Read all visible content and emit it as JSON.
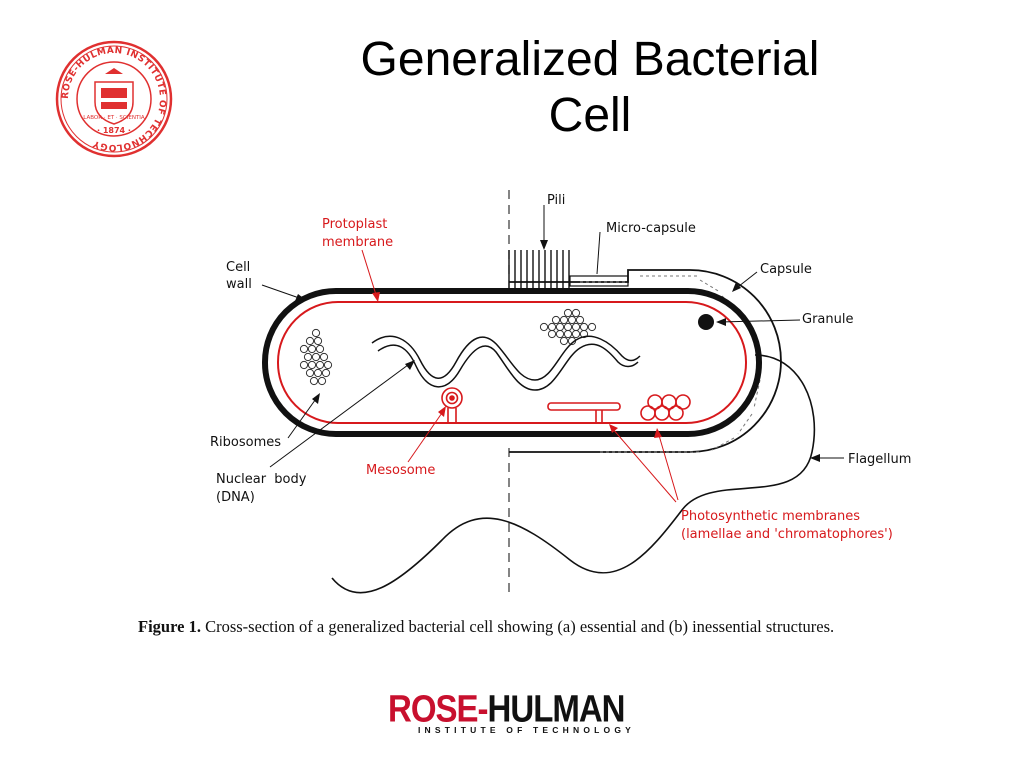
{
  "slide": {
    "title_line1": "Generalized Bacterial",
    "title_line2": "Cell"
  },
  "seal": {
    "ring_text": "ROSE-HULMAN INSTITUTE OF TECHNOLOGY",
    "year": "· 1874 ·",
    "motto": "LABOR · ET · SCIENTIA"
  },
  "diagram": {
    "labels": {
      "pili": "Pili",
      "protoplast_line1": "Protoplast",
      "protoplast_line2": "membrane",
      "micro_capsule": "Micro-capsule",
      "cell_wall_line1": "Cell",
      "cell_wall_line2": "wall",
      "capsule": "Capsule",
      "granule": "Granule",
      "ribosomes": "Ribosomes",
      "nuclear_line1": "Nuclear  body",
      "nuclear_line2": "(DNA)",
      "mesosome": "Mesosome",
      "flagellum": "Flagellum",
      "photo_line1": "Photosynthetic membranes",
      "photo_line2": "(lamellae and 'chromatophores')"
    },
    "colors": {
      "red": "#d7191c",
      "black": "#111111"
    }
  },
  "caption": {
    "label": "Figure 1.",
    "text": " Cross-section of a generalized bacterial cell showing (a) essential and (b) inessential structures."
  },
  "logo": {
    "rose": "ROSE",
    "dash": "-",
    "hulman": "HULMAN",
    "subtitle": "INSTITUTE OF TECHNOLOGY"
  }
}
